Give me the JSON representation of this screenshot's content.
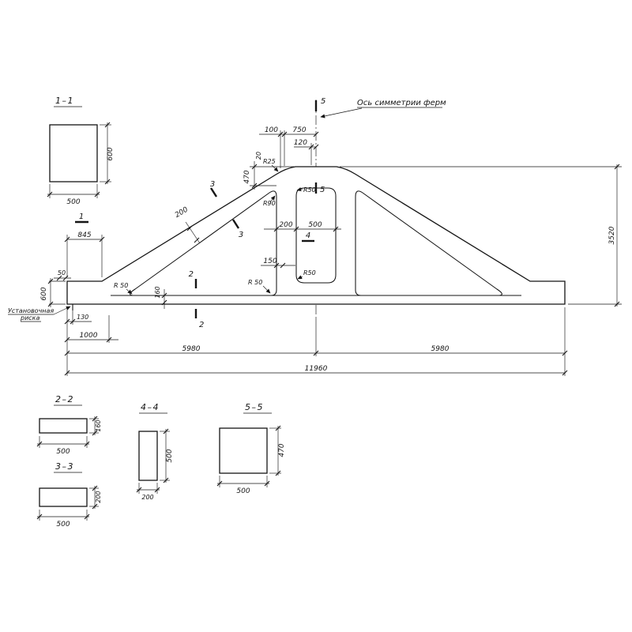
{
  "main_view": {
    "axis_of_symmetry_label": "Ось симметрии ферм",
    "install_mark_label_line1": "Установочная",
    "install_mark_label_line2": "риска",
    "section_marks": {
      "mark_1": "1",
      "mark_2": "2",
      "mark_3": "3",
      "mark_4": "4",
      "mark_5": "5"
    },
    "dimensions": {
      "top_offset_100": "100",
      "apex_flat_750": "750",
      "apex_rise_120": "120",
      "apex_edge_20": "20",
      "apex_height_470": "470",
      "apex_fillet_r25": "R25",
      "left_top_845": "845",
      "top_chord_thickness_200": "200",
      "left_end_height_600": "600",
      "left_end_offset_50": "50",
      "mark_offset_130": "130",
      "left_offset_1000": "1000",
      "half_span_left_5980": "5980",
      "half_span_right_5980": "5980",
      "total_length_11960": "11960",
      "truss_height_3520": "3520",
      "inner_fillet_r90": "R90",
      "slot_top_fillet_r50": "R50",
      "web_gap_200": "200",
      "slot_width_500": "500",
      "web_offset_150": "150",
      "slot_bottom_fillet_r50": "R50",
      "left_opening_fillet_r50": "R 50",
      "mid_opening_fillet_r50": "R 50",
      "bottom_chord_thickness_160": "160"
    }
  },
  "section_views": {
    "s1": {
      "title": "1–1",
      "width": "500",
      "height": "600"
    },
    "s2": {
      "title": "2–2",
      "width": "500",
      "height": "160"
    },
    "s3": {
      "title": "3–3",
      "width": "500",
      "height": "200"
    },
    "s4": {
      "title": "4–4",
      "width": "200",
      "height": "500"
    },
    "s5": {
      "title": "5–5",
      "width": "500",
      "height": "470"
    }
  }
}
